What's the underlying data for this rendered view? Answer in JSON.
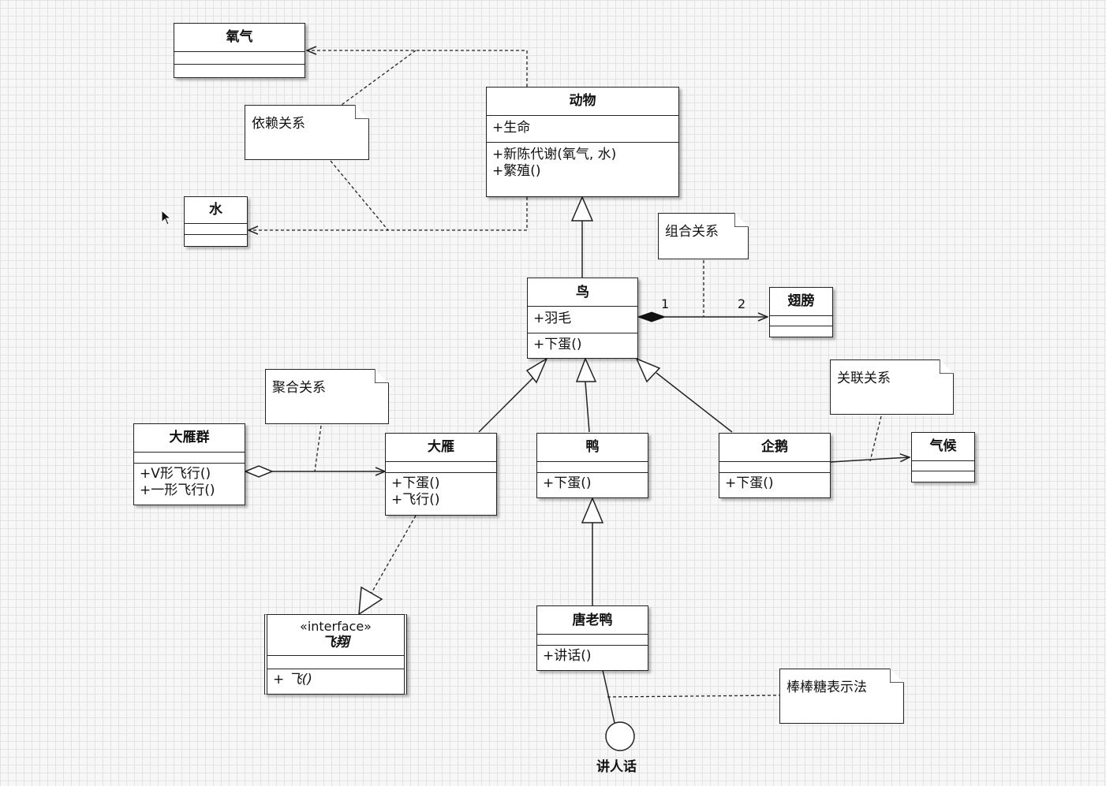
{
  "classes": {
    "oxygen": {
      "name": "氧气"
    },
    "water": {
      "name": "水"
    },
    "animal": {
      "name": "动物",
      "attrs": [
        "+生命"
      ],
      "ops": [
        "+新陈代谢(氧气, 水)",
        "+繁殖()"
      ]
    },
    "bird": {
      "name": "鸟",
      "attrs": [
        "+羽毛"
      ],
      "ops": [
        "+下蛋()"
      ]
    },
    "wing": {
      "name": "翅膀"
    },
    "goose_flock": {
      "name": "大雁群",
      "ops": [
        "+V形飞行()",
        "+一形飞行()"
      ]
    },
    "goose": {
      "name": "大雁",
      "ops": [
        "+下蛋()",
        "+飞行()"
      ]
    },
    "duck": {
      "name": "鸭",
      "ops": [
        "+下蛋()"
      ]
    },
    "penguin": {
      "name": "企鹅",
      "ops": [
        "+下蛋()"
      ]
    },
    "climate": {
      "name": "气候"
    },
    "donald": {
      "name": "唐老鸭",
      "ops": [
        "+讲话()"
      ]
    },
    "fly": {
      "stereotype": "«interface»",
      "name": "飞翔",
      "ops": [
        "+ 飞()"
      ]
    }
  },
  "notes": {
    "dependency": "依赖关系",
    "composition": "组合关系",
    "aggregation": "聚合关系",
    "association": "关联关系",
    "lollipop": "棒棒糖表示法"
  },
  "multiplicity": {
    "bird_end": "1",
    "wing_end": "2"
  },
  "lollipop_interface": "讲人话"
}
